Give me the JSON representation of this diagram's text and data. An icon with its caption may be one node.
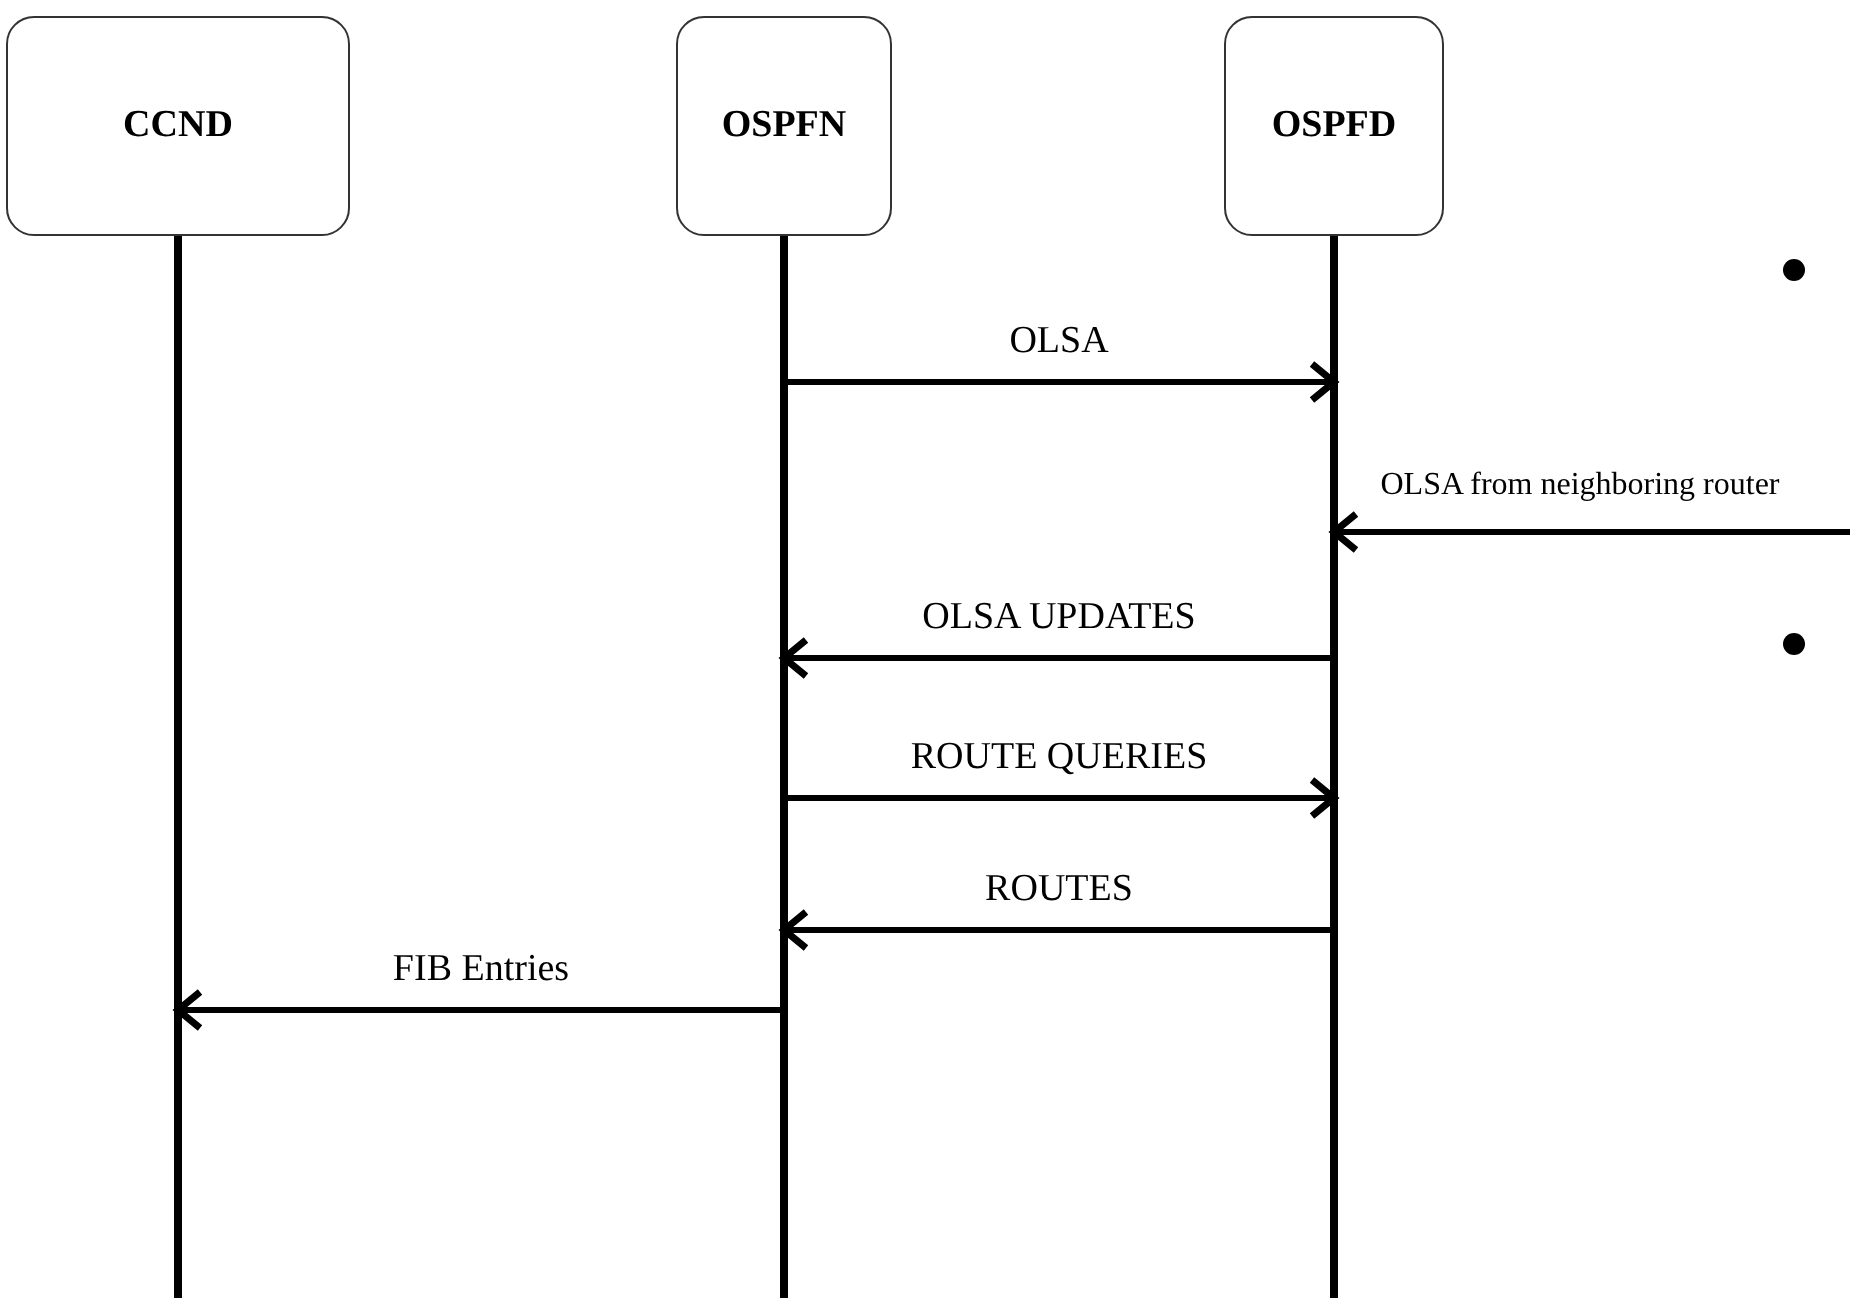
{
  "diagram": {
    "nodes": [
      {
        "text": [
          "CCND"
        ]
      },
      {
        "text": [
          "OSPFN"
        ]
      },
      {
        "text": [
          "OSPFD"
        ]
      }
    ],
    "edges": [
      {
        "from": 1,
        "to": 2,
        "arrow": "to",
        "label": "OLSA"
      },
      {
        "from": null,
        "to": 2,
        "arrow": "to",
        "label": "OLSA from neighboring router"
      },
      {
        "from": 2,
        "to": 1,
        "arrow": "to",
        "label": "OLSA UPDATES"
      },
      {
        "from": 1,
        "to": 2,
        "arrow": "to",
        "label": "ROUTE QUERIES"
      },
      {
        "from": 2,
        "to": 1,
        "arrow": "to",
        "label": "ROUTES"
      },
      {
        "from": 1,
        "to": 0,
        "arrow": "to",
        "label": "FIB Entries"
      }
    ]
  }
}
